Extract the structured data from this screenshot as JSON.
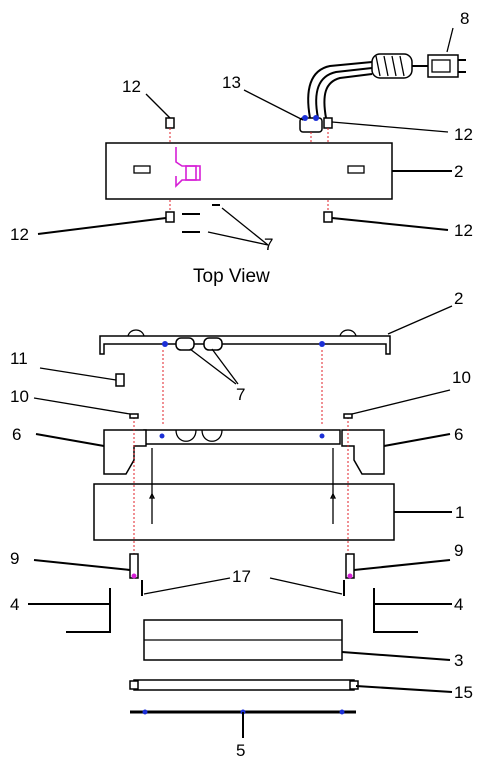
{
  "top_view_title": "Top View",
  "callouts": {
    "c8": "8",
    "c12_tl": "12",
    "c13": "13",
    "c12_tr": "12",
    "c2_top": "2",
    "c12_bl": "12",
    "c7_top": "7",
    "c12_br": "12",
    "c2_mid": "2",
    "c11": "11",
    "c7_mid": "7",
    "c10_l": "10",
    "c10_r": "10",
    "c6_l": "6",
    "c6_r": "6",
    "c1": "1",
    "c9_l": "9",
    "c9_r": "9",
    "c17": "17",
    "c4_l": "4",
    "c4_r": "4",
    "c3": "3",
    "c15": "15",
    "c5": "5"
  },
  "colors": {
    "leader_line": "#000000",
    "fastener_line": "#e0202a",
    "screw_dot": "#1b2fd6",
    "connector": "#d61fd6"
  }
}
